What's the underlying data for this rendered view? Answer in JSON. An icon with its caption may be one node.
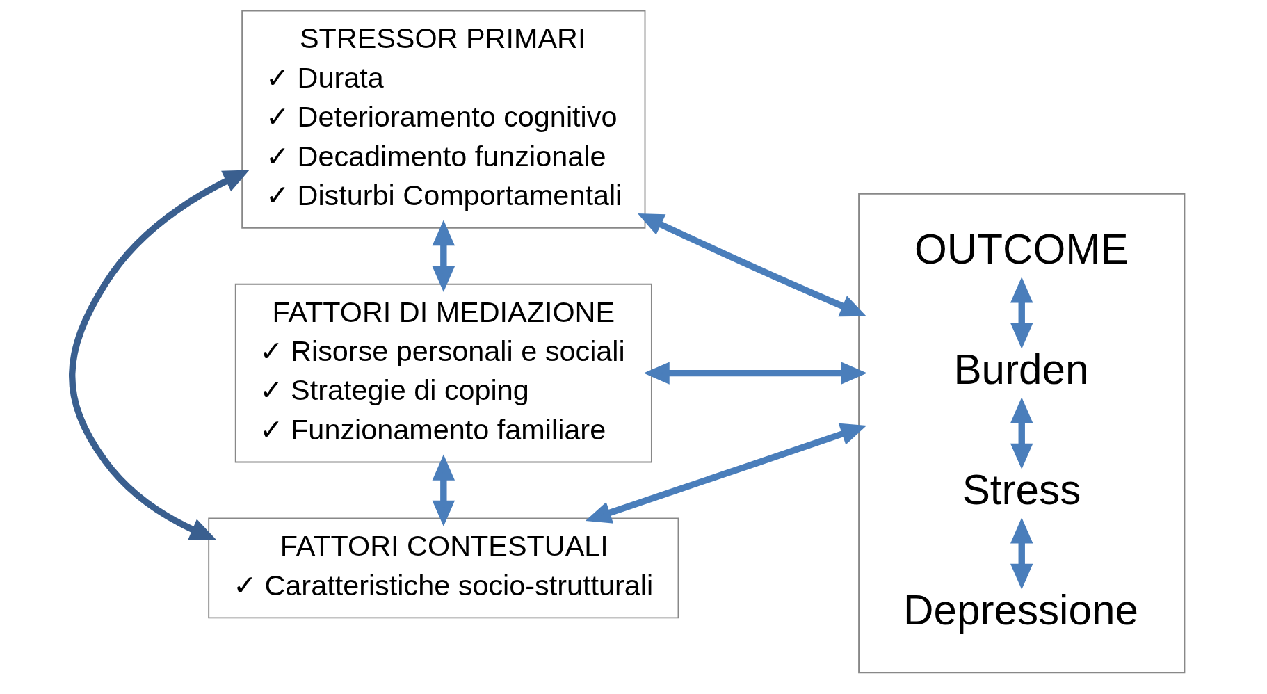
{
  "diagram": {
    "nodes": [
      {
        "text": [
          "STRESSOR PRIMARI",
          "✓ Durata",
          "✓ Deterioramento cognitivo",
          "✓ Decadimento funzionale",
          "✓ Disturbi Comportamentali"
        ]
      },
      {
        "text": [
          "FATTORI DI MEDIAZIONE",
          "✓ Risorse personali e sociali",
          "✓ Strategie di coping",
          "✓ Funzionamento familiare"
        ]
      },
      {
        "text": [
          "FATTORI CONTESTUALI",
          "✓ Caratteristiche socio-strutturali"
        ]
      },
      {
        "text": [],
        "shape": "box"
      },
      {
        "text": [
          "OUTCOME"
        ],
        "in": 3
      },
      {
        "text": [
          "Burden"
        ],
        "in": 3
      },
      {
        "text": [
          "Stress"
        ],
        "in": 3
      },
      {
        "text": [
          "Depressione"
        ],
        "in": 3
      }
    ],
    "edges": [
      {
        "from": 0,
        "to": 3,
        "arrow": "both"
      },
      {
        "from": 0,
        "to": 1,
        "arrow": "both"
      },
      {
        "from": 1,
        "to": 3,
        "arrow": "both"
      },
      {
        "from": 1,
        "to": 2,
        "arrow": "both"
      },
      {
        "from": 2,
        "to": 3,
        "arrow": "both"
      },
      {
        "from": 0,
        "to": 2,
        "arrow": "both",
        "color": "#3a5f8f"
      },
      {
        "from": 4,
        "to": 5,
        "arrow": "both"
      },
      {
        "from": 5,
        "to": 6,
        "arrow": "both"
      },
      {
        "from": 6,
        "to": 7,
        "arrow": "both"
      }
    ]
  }
}
